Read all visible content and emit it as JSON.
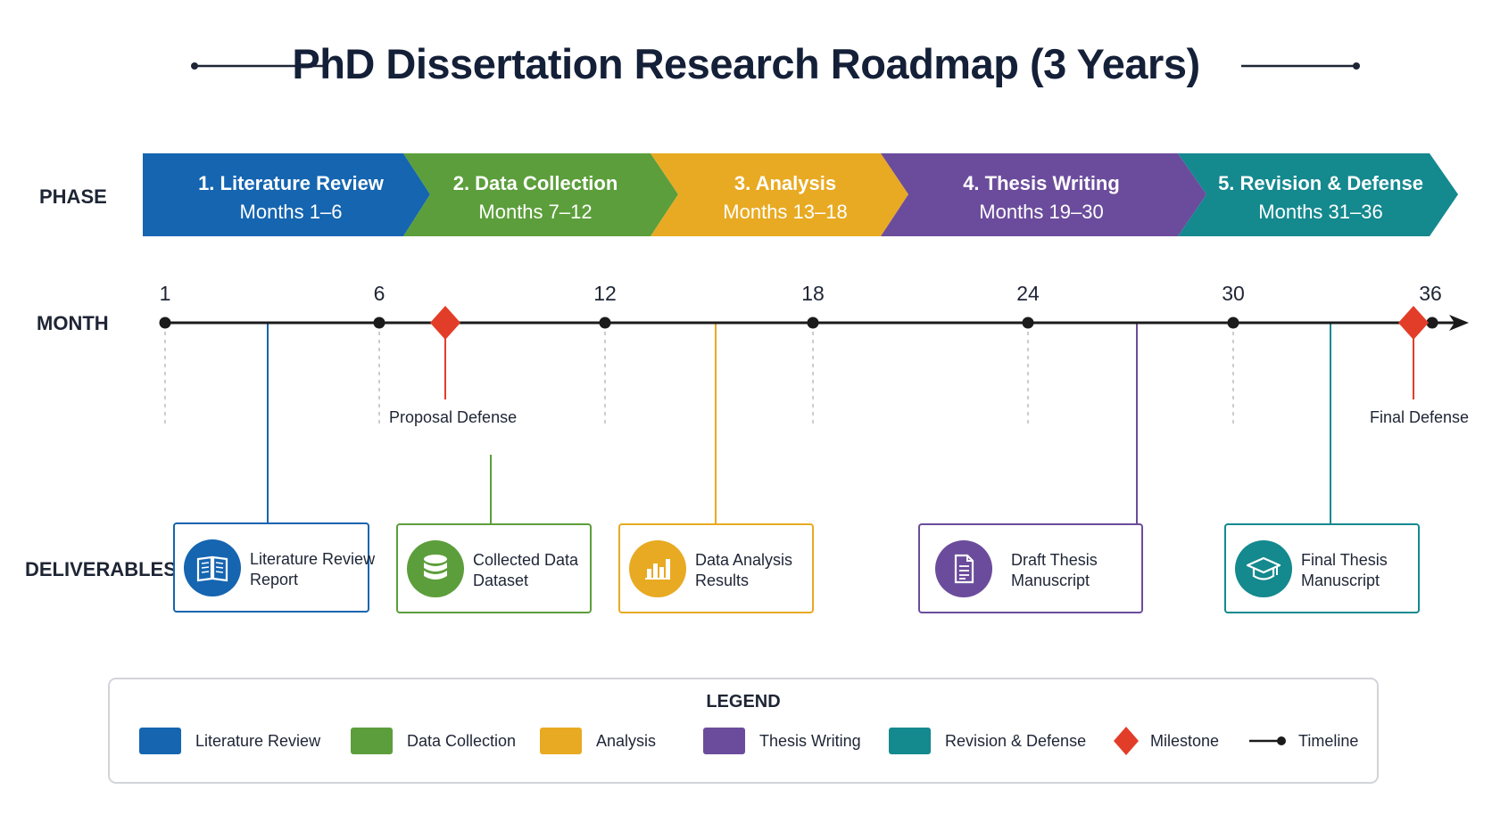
{
  "title": "PhD Dissertation Research Roadmap (3 Years)",
  "row_labels": {
    "phase": "PHASE",
    "month": "MONTH",
    "deliverables": "DELIVERABLES"
  },
  "phases": [
    {
      "title": "1. Literature Review",
      "months": "Months 1–6",
      "color": "#1565b0"
    },
    {
      "title": "2. Data Collection",
      "months": "Months 7–12",
      "color": "#5c9e3b"
    },
    {
      "title": "3. Analysis",
      "months": "Months 13–18",
      "color": "#e8aa22"
    },
    {
      "title": "4. Thesis Writing",
      "months": "Months 19–30",
      "color": "#6b4c9c"
    },
    {
      "title": "5. Revision & Defense",
      "months": "Months 31–36",
      "color": "#14898e"
    }
  ],
  "timeline": {
    "ticks": [
      "1",
      "6",
      "12",
      "18",
      "24",
      "30",
      "36"
    ],
    "milestones": [
      {
        "label": "Proposal Defense",
        "color": "#e23d28"
      },
      {
        "label": "Final Defense",
        "color": "#e23d28"
      }
    ]
  },
  "deliverables": [
    {
      "line1": "Literature Review",
      "line2": "Report",
      "icon": "book-icon",
      "color": "#1565b0"
    },
    {
      "line1": "Collected Data",
      "line2": "Dataset",
      "icon": "database-icon",
      "color": "#5c9e3b"
    },
    {
      "line1": "Data Analysis",
      "line2": "Results",
      "icon": "bar-chart-icon",
      "color": "#e8aa22"
    },
    {
      "line1": "Draft Thesis",
      "line2": "Manuscript",
      "icon": "document-icon",
      "color": "#6b4c9c"
    },
    {
      "line1": "Final Thesis",
      "line2": "Manuscript",
      "icon": "graduation-cap-icon",
      "color": "#14898e"
    }
  ],
  "legend": {
    "title": "LEGEND",
    "items": [
      {
        "label": "Literature Review",
        "kind": "swatch",
        "color": "#1565b0"
      },
      {
        "label": "Data Collection",
        "kind": "swatch",
        "color": "#5c9e3b"
      },
      {
        "label": "Analysis",
        "kind": "swatch",
        "color": "#e8aa22"
      },
      {
        "label": "Thesis Writing",
        "kind": "swatch",
        "color": "#6b4c9c"
      },
      {
        "label": "Revision & Defense",
        "kind": "swatch",
        "color": "#14898e"
      },
      {
        "label": "Milestone",
        "kind": "diamond",
        "color": "#e23d28"
      },
      {
        "label": "Timeline",
        "kind": "line",
        "color": "#1b1b1b"
      }
    ]
  }
}
